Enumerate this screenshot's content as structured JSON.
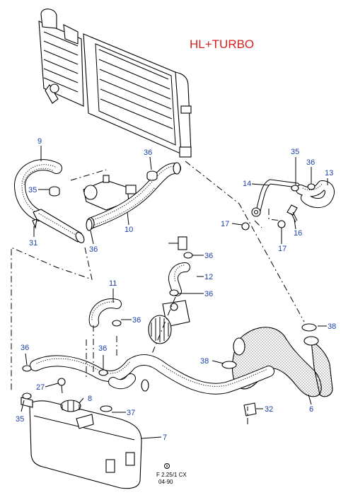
{
  "title": "HL+TURBO",
  "footer": {
    "code": "F 2.25/1 CX",
    "date": "04-90"
  },
  "colors": {
    "label": "#1a3fa8",
    "title": "#d42020"
  },
  "callouts": [
    "9",
    "36",
    "35",
    "31",
    "36",
    "10",
    "35",
    "36",
    "14",
    "13",
    "17",
    "16",
    "17",
    "36",
    "12",
    "36",
    "11",
    "36",
    "38",
    "36",
    "36",
    "38",
    "27",
    "8",
    "35",
    "37",
    "32",
    "6",
    "7"
  ]
}
